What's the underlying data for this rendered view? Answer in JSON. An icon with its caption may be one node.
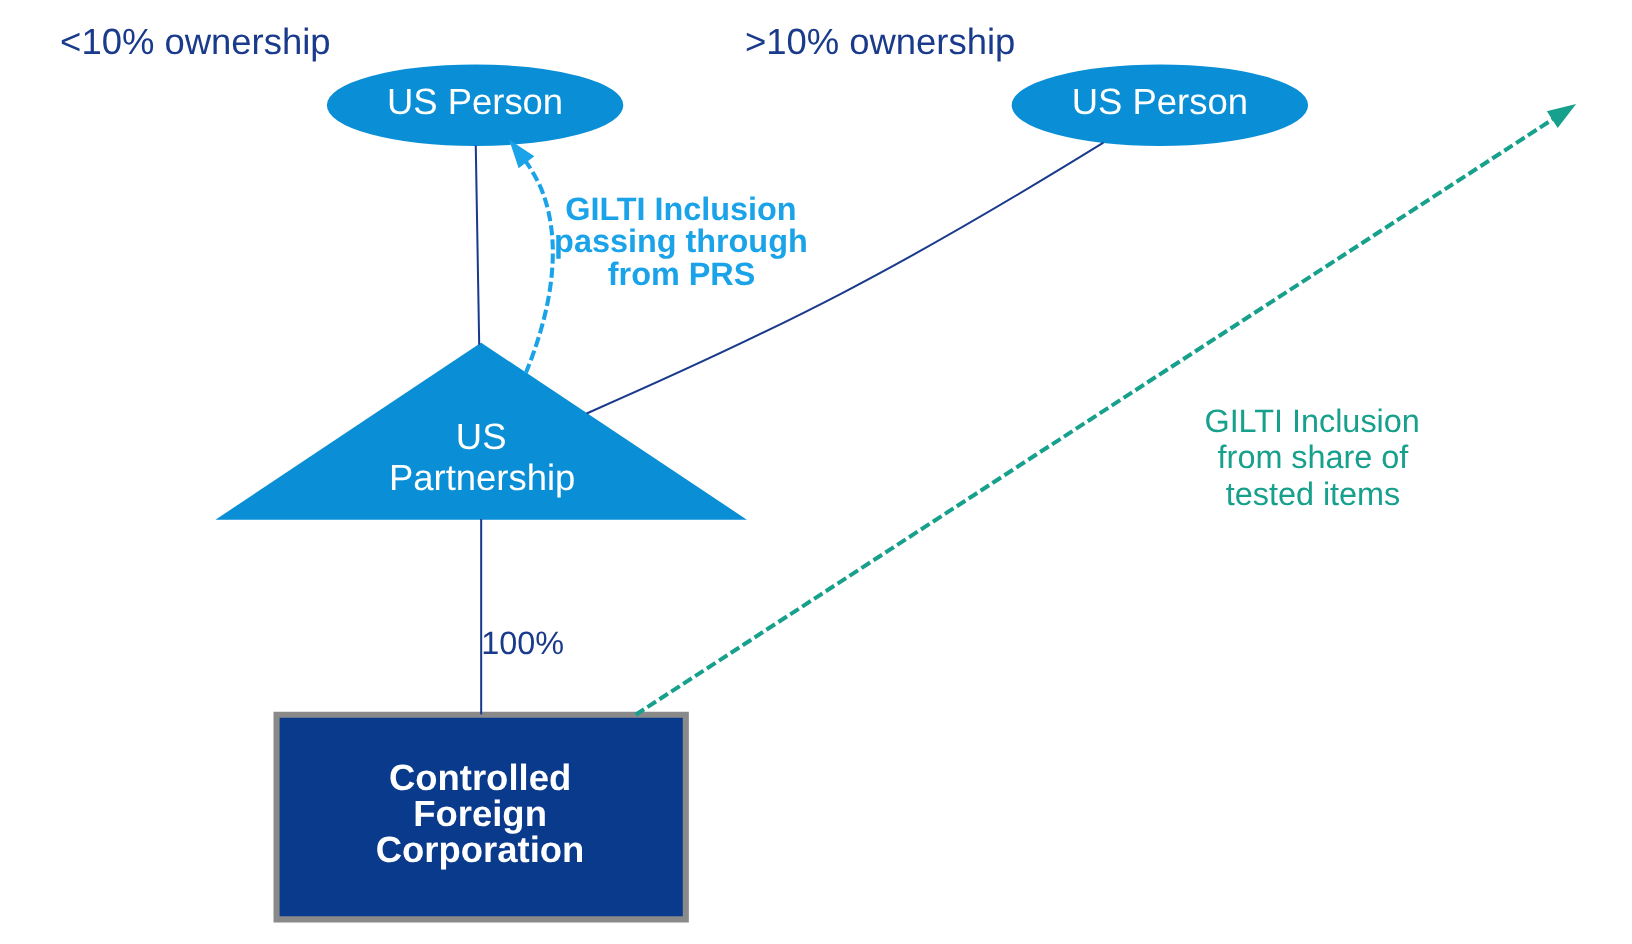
{
  "diagram": {
    "nodes": [
      {
        "text": [
          "US Person"
        ],
        "beside": [
          "<10% ownership"
        ]
      },
      {
        "text": [
          "US Person"
        ],
        "beside": [
          ">10% ownership"
        ]
      },
      {
        "text": [
          "US Partnership"
        ]
      },
      {
        "text": [
          "Controlled Foreign Corporation"
        ]
      }
    ],
    "edges": [
      {
        "from": 0,
        "to": 2,
        "arrow": "none"
      },
      {
        "from": 1,
        "to": 2,
        "arrow": "none"
      },
      {
        "from": 2,
        "to": 3,
        "arrow": "none",
        "label": "100%"
      },
      {
        "from": 2,
        "to": 0,
        "arrow": "to",
        "style": "dashed",
        "color": "#1aa3e8",
        "label": "GILTI Inclusion passing through from PRS"
      },
      {
        "from": 3,
        "to": null,
        "arrow": "to",
        "style": "dashed",
        "color": "#17a08c",
        "label": "GILTI Inclusion from share of tested items"
      }
    ]
  }
}
